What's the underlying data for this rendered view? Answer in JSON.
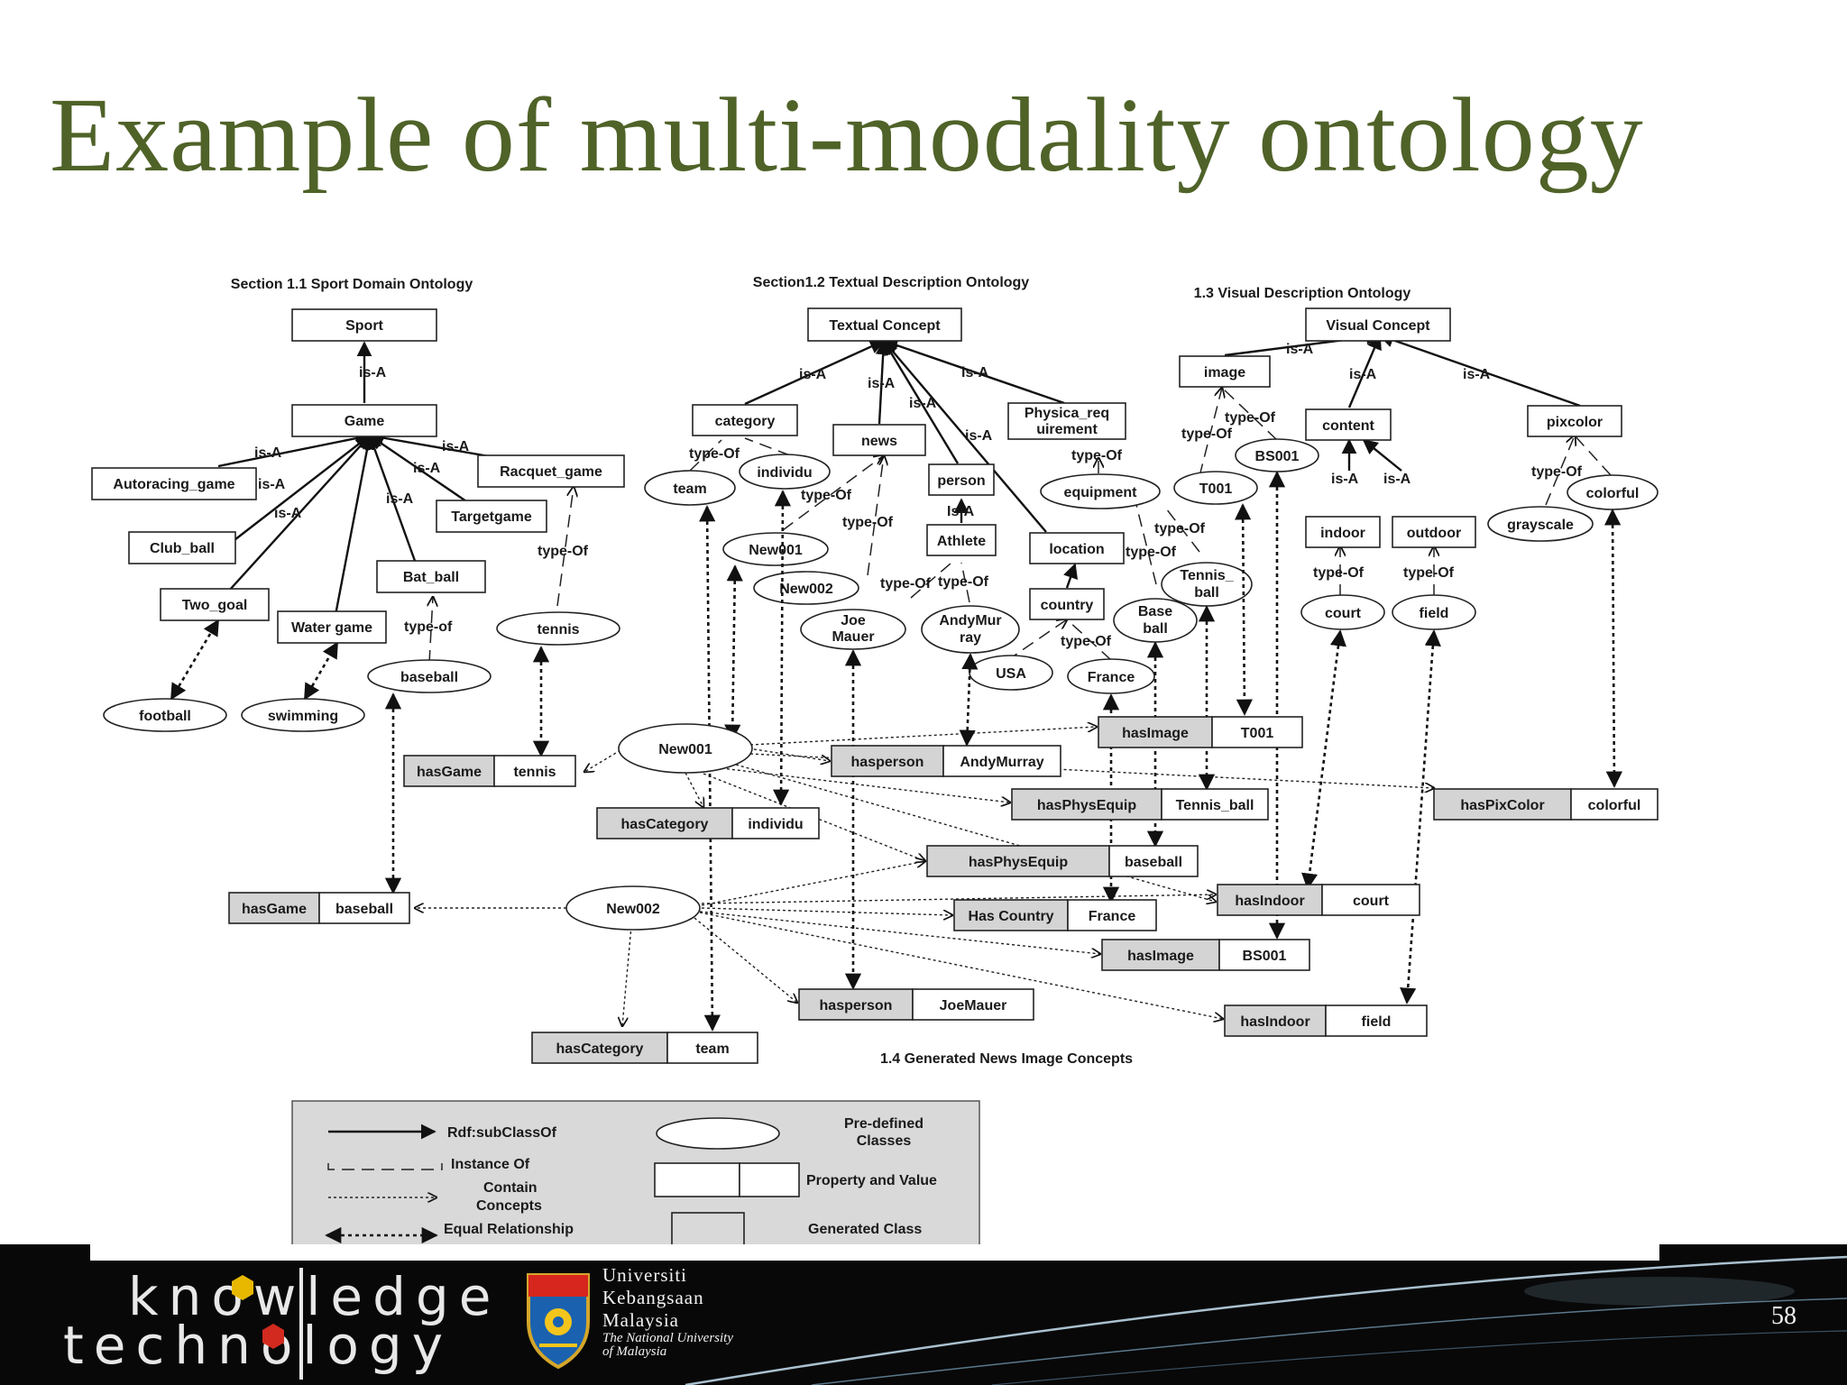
{
  "slide": {
    "title": "Example of multi-modality ontology",
    "page_number": "58"
  },
  "sections": {
    "s11": "Section 1.1 Sport Domain Ontology",
    "s12": "Section1.2 Textual Description Ontology",
    "s13": "1.3 Visual Description Ontology",
    "s14": "1.4 Generated News Image Concepts"
  },
  "rel_labels": {
    "is_a_upper": "is-A",
    "is_a_title": "Is-A",
    "type_of": "type-Of",
    "type_of_lower": "type-of"
  },
  "nodes": {
    "sport": "Sport",
    "game": "Game",
    "autoracing_game": "Autoracing_game",
    "club_ball": "Club_ball",
    "two_goal": "Two_goal",
    "water_game": "Water game",
    "bat_ball": "Bat_ball",
    "targetgame": "Targetgame",
    "racquet_game": "Racquet_game",
    "football": "football",
    "swimming": "swimming",
    "baseball": "baseball",
    "tennis": "tennis",
    "textual_concept": "Textual Concept",
    "category": "category",
    "news": "news",
    "physical_requirement": "Physica_req uirement",
    "person": "person",
    "athlete": "Athlete",
    "location": "location",
    "country": "country",
    "team": "team",
    "individu": "individu",
    "new001": "New001",
    "new002": "New002",
    "joe_mauer": "Joe Mauer",
    "andy_murray": "AndyMur ray",
    "usa": "USA",
    "france": "France",
    "equipment": "equipment",
    "base_ball": "Base ball",
    "tennis_ball": "Tennis_ ball",
    "visual_concept": "Visual Concept",
    "image": "image",
    "content": "content",
    "pixcolor": "pixcolor",
    "t001": "T001",
    "bs001": "BS001",
    "indoor": "indoor",
    "outdoor": "outdoor",
    "court": "court",
    "field": "field",
    "grayscale": "grayscale",
    "colorful": "colorful"
  },
  "generated": {
    "new001": "New001",
    "new002": "New002",
    "pairs": [
      {
        "prop": "hasGame",
        "val": "tennis"
      },
      {
        "prop": "hasCategory",
        "val": "individu"
      },
      {
        "prop": "hasperson",
        "val": "AndyMurray"
      },
      {
        "prop": "hasImage",
        "val": "T001"
      },
      {
        "prop": "hasPhysEquip",
        "val": "Tennis_ball"
      },
      {
        "prop": "hasPixColor",
        "val": "colorful"
      },
      {
        "prop": "hasPhysEquip",
        "val": "baseball"
      },
      {
        "prop": "hasIndoor",
        "val": "court"
      },
      {
        "prop": "Has Country",
        "val": "France"
      },
      {
        "prop": "hasImage",
        "val": "BS001"
      },
      {
        "prop": "hasGame",
        "val": "baseball"
      },
      {
        "prop": "hasperson",
        "val": "JoeMauer"
      },
      {
        "prop": "hasIndoor",
        "val": "field"
      },
      {
        "prop": "hasCategory",
        "val": "team"
      }
    ]
  },
  "legend": {
    "subclass": "Rdf:subClassOf",
    "instance": "Instance Of",
    "contain": "Contain Concepts",
    "equal": "Equal Relationship",
    "predefined": "Pre-defined Classes",
    "property_value": "Property and Value",
    "generated_class": "Generated Class"
  },
  "footer": {
    "kt_line1": "knowledge",
    "kt_line2": "technology",
    "university_lines": [
      "Universiti",
      "Kebangsaan",
      "Malaysia"
    ],
    "tagline_lines": [
      "The National University",
      "of Malaysia"
    ]
  }
}
